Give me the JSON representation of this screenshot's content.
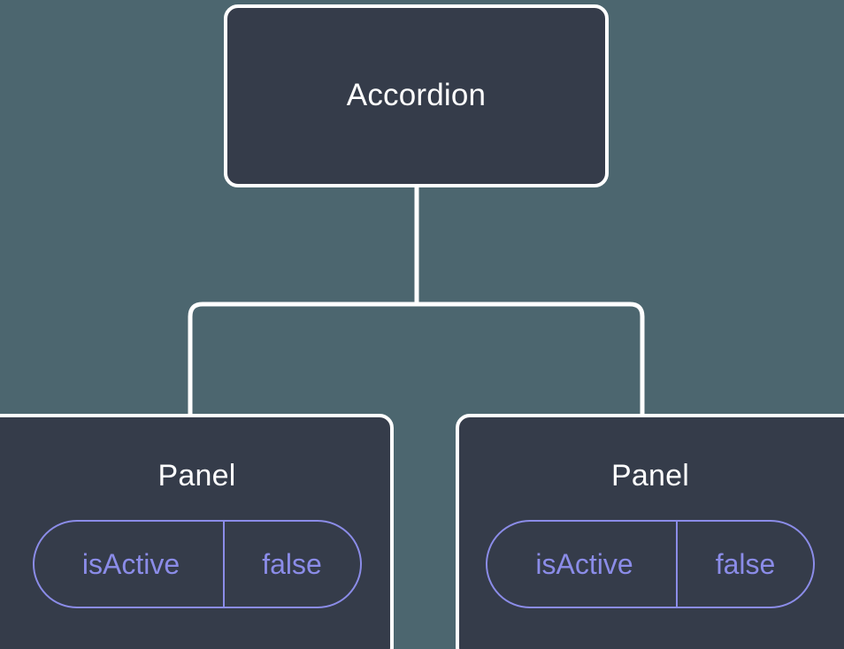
{
  "theme": {
    "background": "#4c666f",
    "node_fill": "#353c4a",
    "node_border": "#ffffff",
    "node_label": "#ffffff",
    "edge_color": "#ffffff",
    "prop_accent": "#8b8ce8"
  },
  "diagram": {
    "type": "component-tree",
    "root": {
      "label": "Accordion"
    },
    "children": [
      {
        "label": "Panel",
        "prop": {
          "key": "isActive",
          "value": "false"
        }
      },
      {
        "label": "Panel",
        "prop": {
          "key": "isActive",
          "value": "false"
        }
      }
    ]
  }
}
